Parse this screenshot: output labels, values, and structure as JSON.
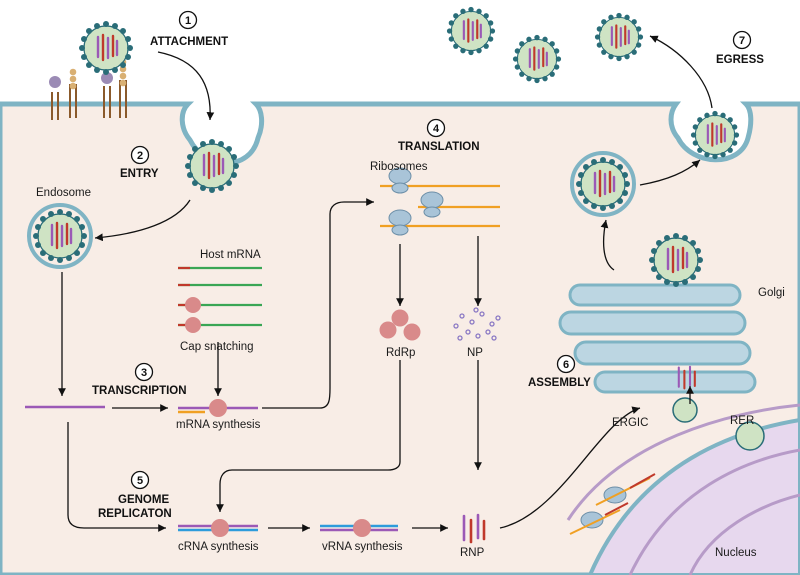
{
  "steps": [
    {
      "number": "1",
      "title": "ATTACHMENT"
    },
    {
      "number": "2",
      "title": "ENTRY"
    },
    {
      "number": "3",
      "title": "TRANSCRIPTION"
    },
    {
      "number": "4",
      "title": "TRANSLATION"
    },
    {
      "number": "5",
      "title": "GENOME",
      "title2": "REPLICATON"
    },
    {
      "number": "6",
      "title": "ASSEMBLY"
    },
    {
      "number": "7",
      "title": "EGRESS"
    }
  ],
  "labels": {
    "endosome": "Endosome",
    "host_mrna": "Host mRNA",
    "cap_snatching": "Cap snatching",
    "mrna_synthesis": "mRNA synthesis",
    "ribosomes": "Ribosomes",
    "rdrp": "RdRp",
    "np": "NP",
    "crna_synthesis": "cRNA synthesis",
    "vrna_synthesis": "vRNA synthesis",
    "rnp": "RNP",
    "golgi": "Golgi",
    "ergic": "ERGIC",
    "rer": "RER",
    "nucleus": "Nucleus"
  },
  "colors": {
    "cell_fill": "#f8ede6",
    "membrane": "#7fb4c4",
    "virus_inner": "#cfe3c4",
    "spike": "#2a6d78",
    "rna_purple": "#9b59b6",
    "rna_orange": "#f0a023",
    "rna_green": "#3aa655",
    "rna_blue": "#2d9cdb",
    "cap_red": "#c0392b",
    "polymerase": "#d98a8a",
    "ribosome": "#a9c4d8",
    "golgi_fill": "#bcd6e2",
    "nucleus_fill": "#e7d8ee"
  }
}
